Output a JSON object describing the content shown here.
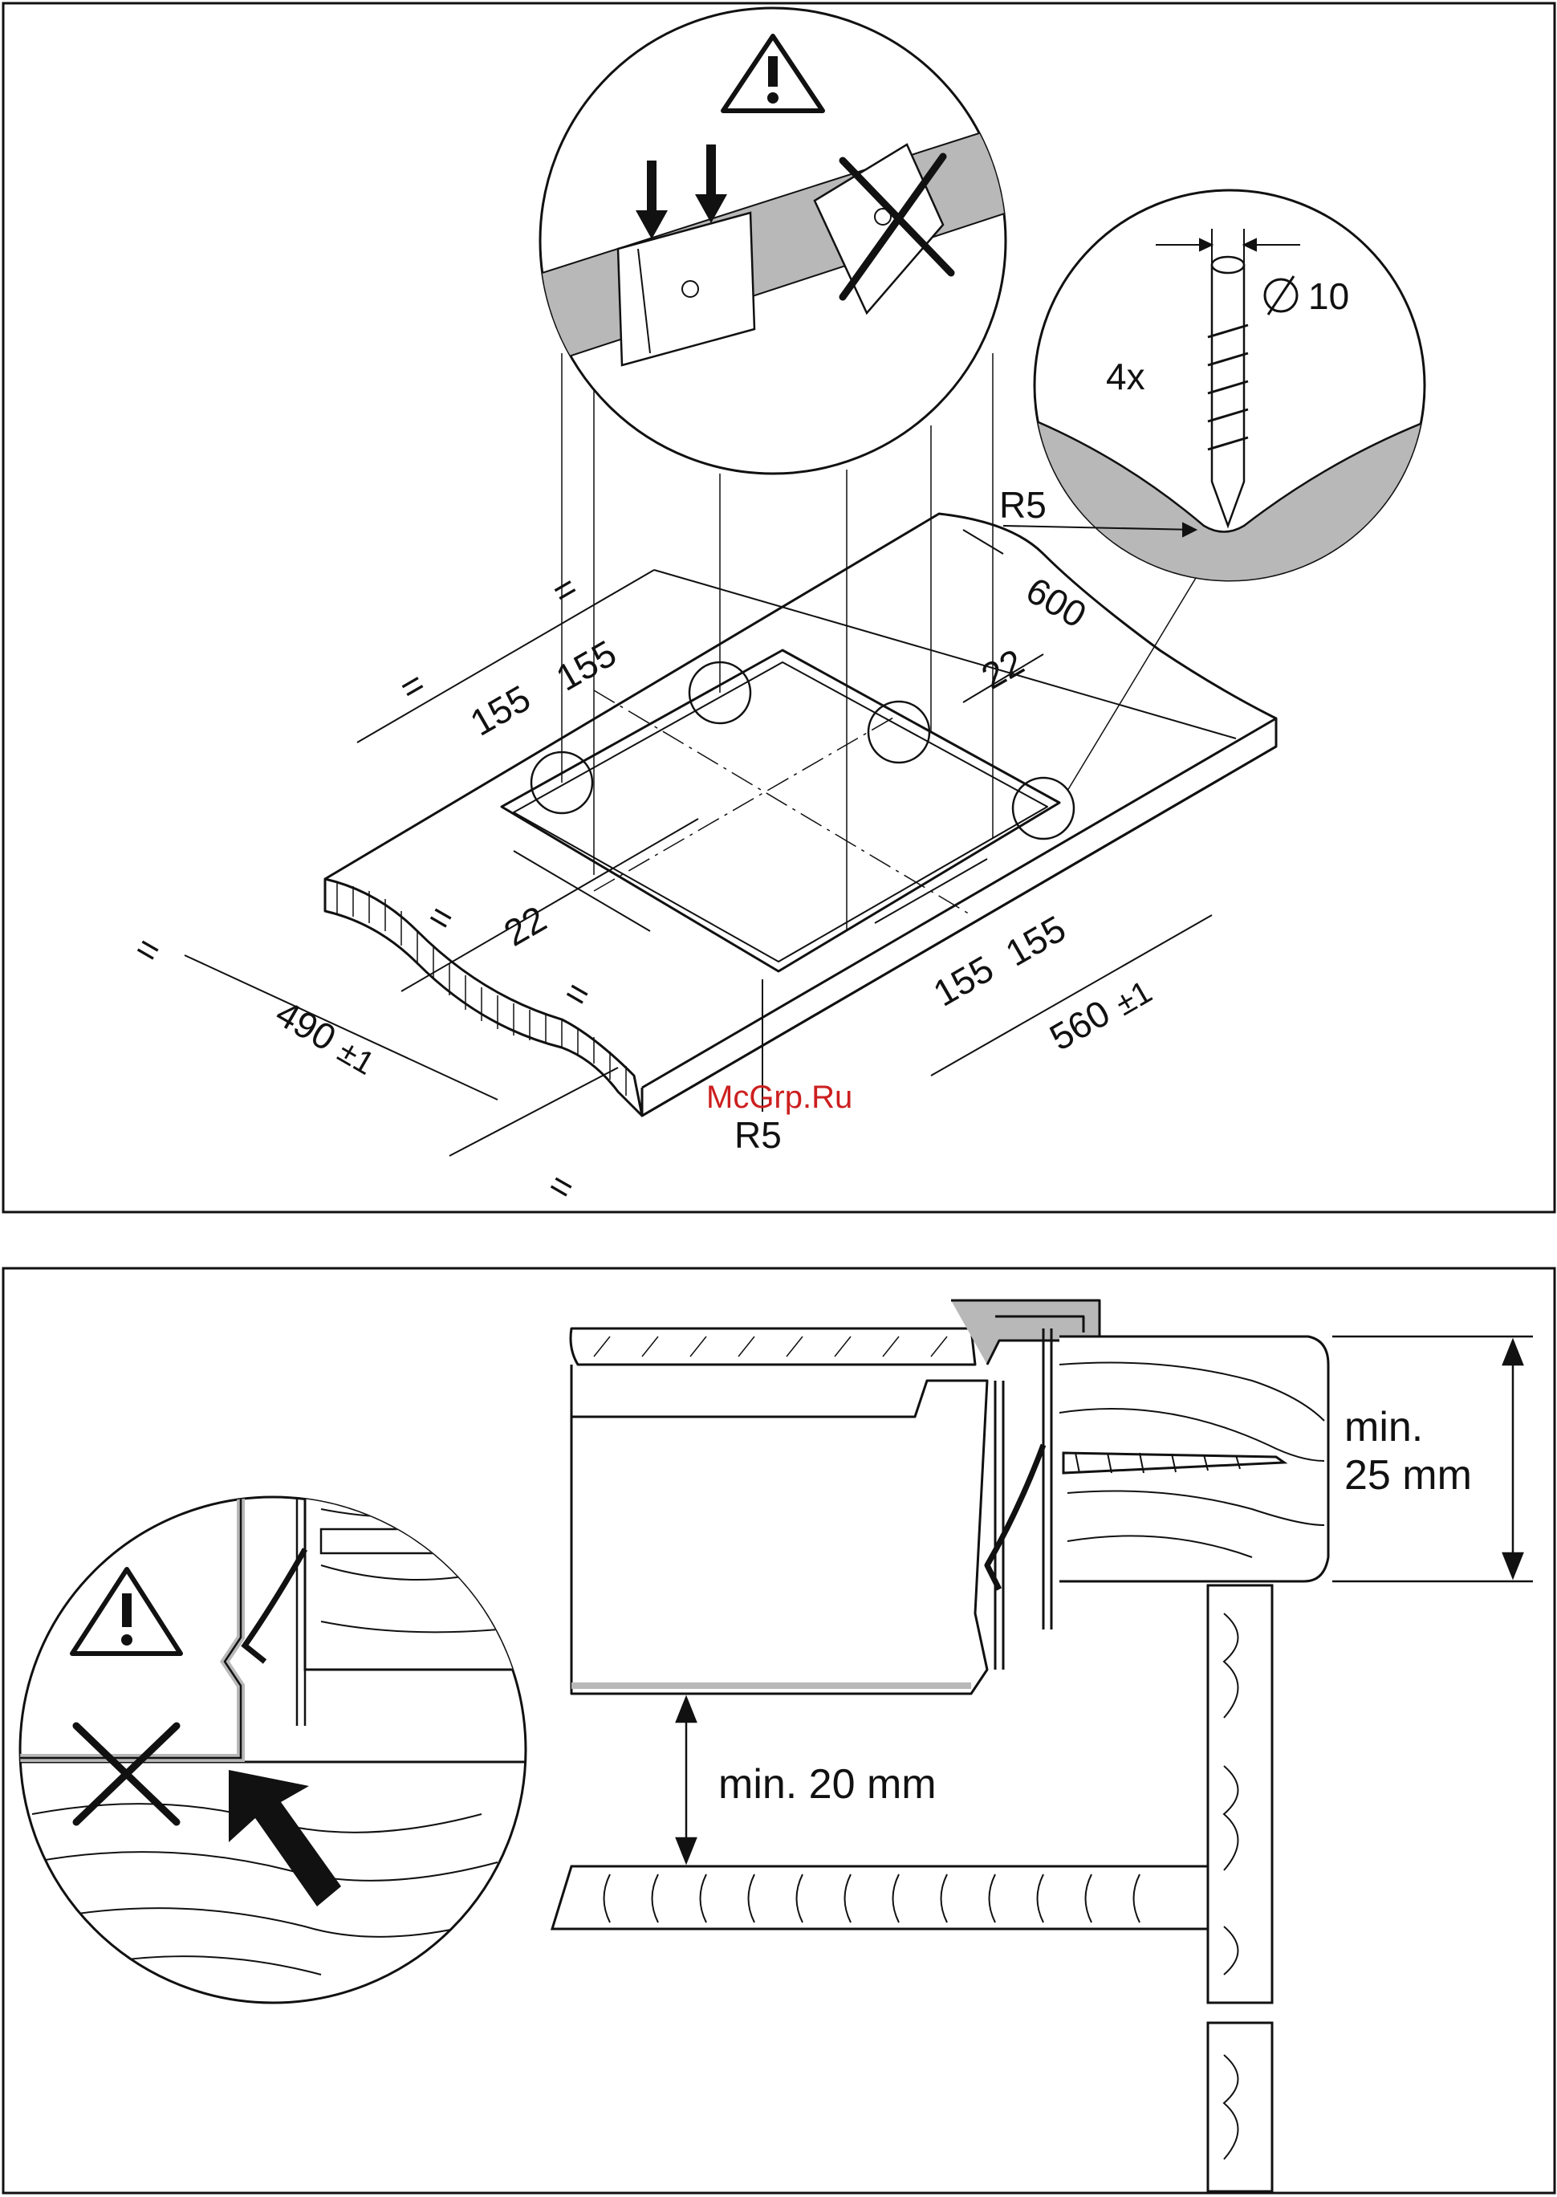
{
  "top_diagram": {
    "dimensions": {
      "width_cutout": "600",
      "depth_cutout_a": "560",
      "depth_tol_a": "±1",
      "depth_cutout_b": "490",
      "depth_tol_b": "±1",
      "bracket_spacing_1": "155",
      "bracket_spacing_2": "155",
      "bracket_spacing_3": "155",
      "bracket_spacing_4": "155",
      "offset_1": "22",
      "offset_2": "22",
      "radius_1": "R5",
      "radius_2": "R5",
      "equal_sign": "="
    },
    "screw_detail": {
      "diameter": "10",
      "count": "4x"
    }
  },
  "bottom_diagram": {
    "min_thickness": "min.",
    "min_thickness_value": "25 mm",
    "min_gap": "min. 20 mm"
  },
  "watermark": "McGrp.Ru",
  "colors": {
    "line": "#111111",
    "worktop_grey": "#b8b8b8",
    "watermark": "#cc1f1f"
  }
}
